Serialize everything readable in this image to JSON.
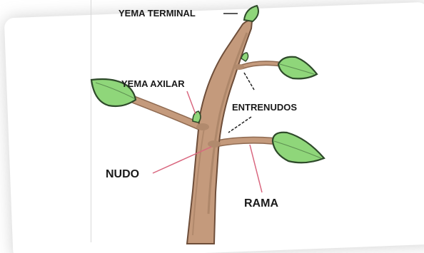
{
  "labels": {
    "yema_terminal": "YEMA TERMINAL",
    "yema_axilar": "YEMA AXILAR",
    "entrenudos": "ENTRENUDOS",
    "nudo": "NUDO",
    "rama": "RAMA"
  },
  "colors": {
    "stem": "#c49a7c",
    "stem_shade": "#8f6a51",
    "leaf": "#8fd67a",
    "leaf_outline": "#2e4a2a",
    "pointer_pink": "#d9677f",
    "pointer_dark": "#222222"
  }
}
